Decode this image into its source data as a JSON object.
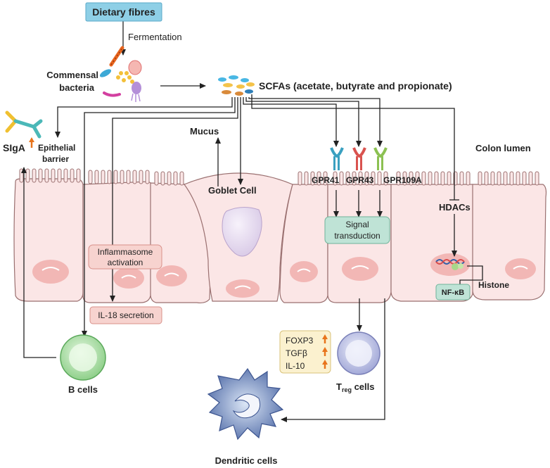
{
  "labels": {
    "dietary_fibres": "Dietary fibres",
    "fermentation": "Fermentation",
    "commensal_bacteria_line1": "Commensal",
    "commensal_bacteria_line2": "bacteria",
    "scfas": "SCFAs (acetate, butyrate and propionate)",
    "siga": "SIgA",
    "epithelial_line1": "Epithelial",
    "epithelial_line2": "barrier",
    "mucus": "Mucus",
    "goblet_cell": "Goblet Cell",
    "colon_lumen": "Colon lumen",
    "gpr41": "GPR41",
    "gpr43": "GPR43",
    "gpr109a": "GPR109A",
    "hdacs": "HDACs",
    "signal_line1": "Signal",
    "signal_line2": "transduction",
    "inflammasome_line1": "Inflammasome",
    "inflammasome_line2": "activation",
    "histone": "Histone",
    "nfkb": "NF-κB",
    "il18": "IL-18 secretion",
    "foxp3": "FOXP3",
    "tgfb": "TGFβ",
    "il10": "IL-10",
    "b_cells": "B cells",
    "treg_T": "T",
    "treg_sub": "reg",
    "treg_rest": " cells",
    "dendritic_cells": "Dendritic cells"
  },
  "colors": {
    "dietary_box": "#8ecfe6",
    "cell_fill": "#fbe6e6",
    "cell_stroke": "#9a7070",
    "nucleus": "#f2b7b5",
    "label_box_pink": "#f7d3cf",
    "label_box_green": "#bfe3d6",
    "label_box_yellow": "#fbf1cf",
    "up_arrow": "#e8741c",
    "b_cell": "#a9dca0",
    "treg_cell": "#b8bde0",
    "dendritic": "#5d79b0"
  }
}
